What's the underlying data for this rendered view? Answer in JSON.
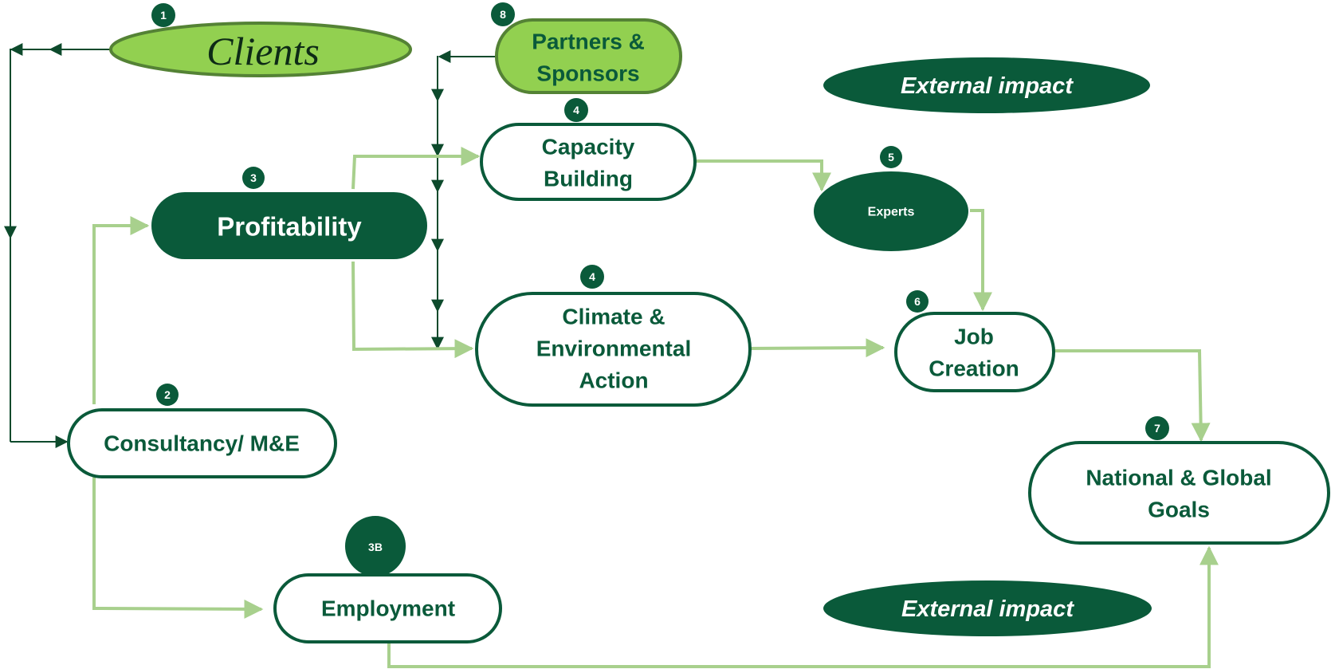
{
  "diagram": {
    "colors": {
      "dark_green": "#0a5a3a",
      "light_green_fill": "#92d050",
      "light_green_border": "#548235",
      "connector_light": "#a8d08d",
      "connector_dark": "#0d4a2c",
      "white": "#ffffff"
    },
    "nodes": {
      "clients": {
        "badge": "1",
        "label": "Clients"
      },
      "consultancy": {
        "badge": "2",
        "label": "Consultancy/ M&E"
      },
      "profitability": {
        "badge": "3",
        "label": "Profitability"
      },
      "employment": {
        "badge": "3B",
        "label": "Employment"
      },
      "capacity": {
        "badge": "4",
        "line1": "Capacity",
        "line2": "Building"
      },
      "climate": {
        "badge": "4",
        "line1": "Climate &",
        "line2": "Environmental",
        "line3": "Action"
      },
      "experts": {
        "badge": "5",
        "label": "Experts"
      },
      "jobs": {
        "badge": "6",
        "line1": "Job",
        "line2": "Creation"
      },
      "goals": {
        "badge": "7",
        "line1": "National & Global",
        "line2": "Goals"
      },
      "partners": {
        "badge": "8",
        "line1": "Partners &",
        "line2": "Sponsors"
      },
      "external_top": {
        "label": "External impact"
      },
      "external_bottom": {
        "label": "External impact"
      }
    }
  }
}
